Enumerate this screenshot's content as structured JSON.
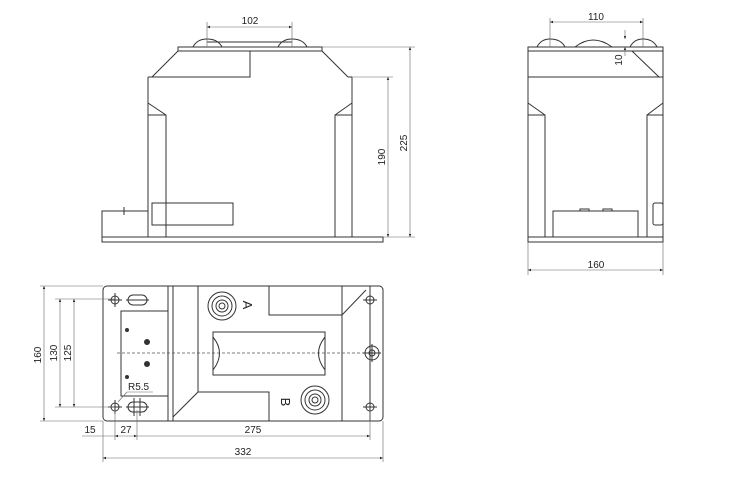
{
  "front_view": {
    "dims": {
      "terminal_spacing": "102",
      "body_height": "190",
      "total_height": "225"
    }
  },
  "side_view": {
    "dims": {
      "terminal_spacing": "110",
      "terminal_height": "10",
      "width": "160"
    }
  },
  "plan_view": {
    "dims": {
      "width": "160",
      "hole_spacing_outer": "130",
      "hole_spacing_inner": "125",
      "edge_offset": "15",
      "slot_offset": "27",
      "hole_span": "275",
      "length": "332",
      "hole_radius": "R5.5"
    },
    "terminals": {
      "a": "A",
      "b": "B"
    }
  }
}
